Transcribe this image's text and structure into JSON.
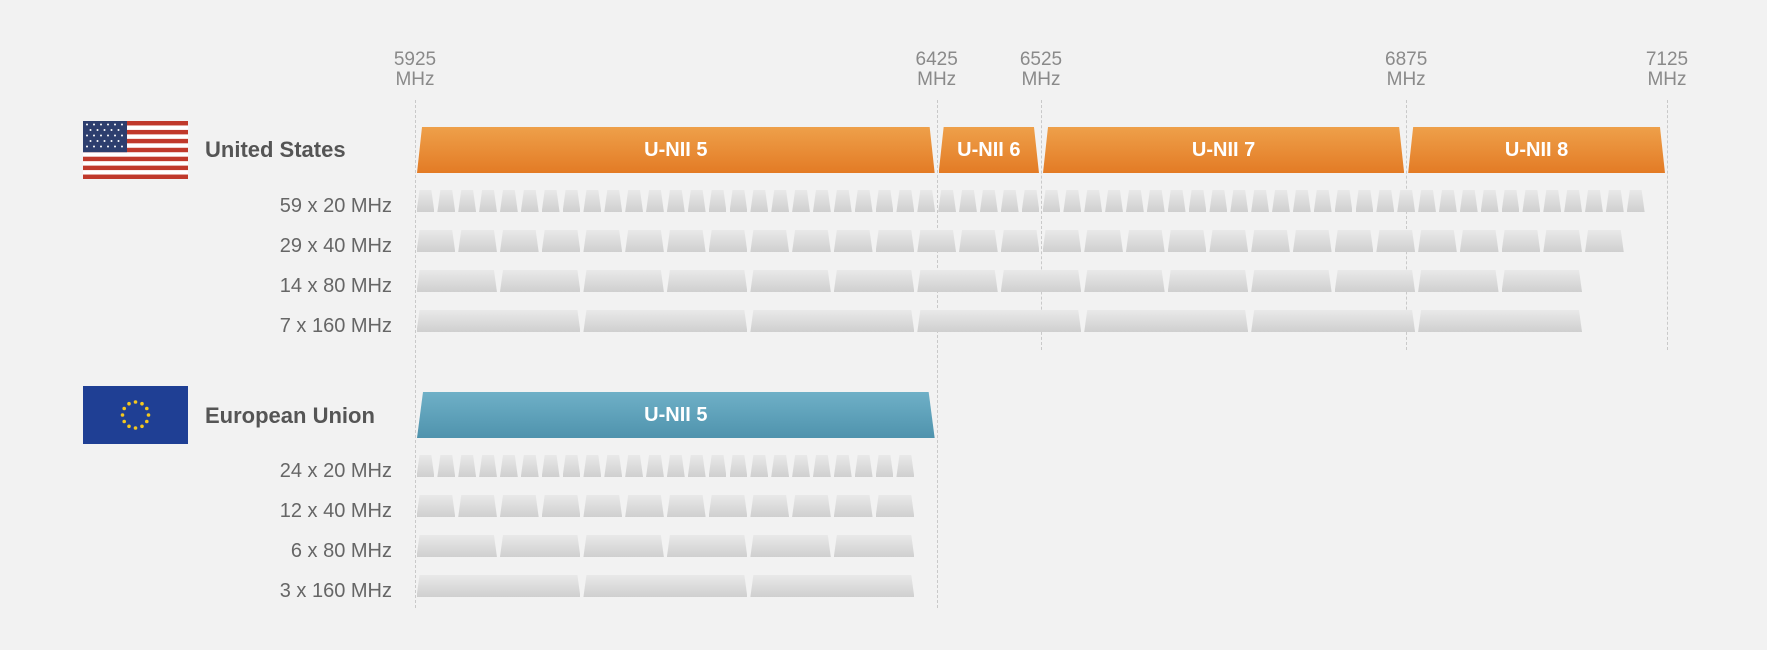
{
  "frequency_axis": {
    "unit": "MHz",
    "ticks": [
      {
        "value": "5925",
        "unit": "MHz"
      },
      {
        "value": "6425",
        "unit": "MHz"
      },
      {
        "value": "6525",
        "unit": "MHz"
      },
      {
        "value": "6875",
        "unit": "MHz"
      },
      {
        "value": "7125",
        "unit": "MHz"
      }
    ]
  },
  "regions": [
    {
      "name": "United States",
      "flag_icon": "us-flag-icon",
      "band_color": "#e8892f",
      "bands": [
        {
          "label": "U-NII 5",
          "start": 5925,
          "end": 6425
        },
        {
          "label": "U-NII 6",
          "start": 6425,
          "end": 6525
        },
        {
          "label": "U-NII 7",
          "start": 6525,
          "end": 6875
        },
        {
          "label": "U-NII 8",
          "start": 6875,
          "end": 7125
        }
      ],
      "channel_rows": [
        {
          "label": "59 x 20 MHz",
          "count": 59,
          "width_mhz": 20
        },
        {
          "label": "29 x 40 MHz",
          "count": 29,
          "width_mhz": 40
        },
        {
          "label": "14 x 80 MHz",
          "count": 14,
          "width_mhz": 80
        },
        {
          "label": "7 x 160 MHz",
          "count": 7,
          "width_mhz": 160
        }
      ]
    },
    {
      "name": "European Union",
      "flag_icon": "eu-flag-icon",
      "band_color": "#5a9fb9",
      "bands": [
        {
          "label": "U-NII 5",
          "start": 5925,
          "end": 6425
        }
      ],
      "channel_rows": [
        {
          "label": "24 x 20 MHz",
          "count": 24,
          "width_mhz": 20
        },
        {
          "label": "12 x 40 MHz",
          "count": 12,
          "width_mhz": 40
        },
        {
          "label": "6 x 80 MHz",
          "count": 6,
          "width_mhz": 80
        },
        {
          "label": "3 x 160 MHz",
          "count": 3,
          "width_mhz": 160
        }
      ]
    }
  ]
}
